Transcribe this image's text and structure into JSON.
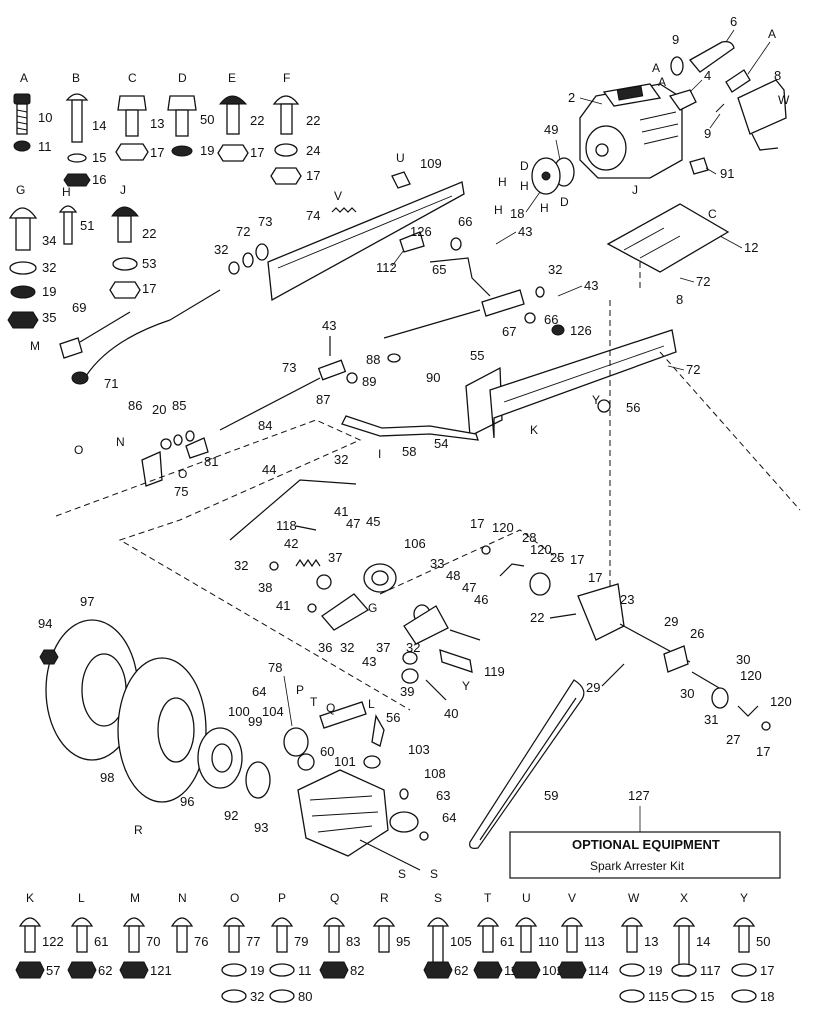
{
  "optional_equipment": {
    "title": "OPTIONAL EQUIPMENT",
    "item": "Spark Arrester Kit",
    "ref": "127"
  },
  "hardware_top": [
    {
      "letter": "A",
      "parts": [
        "10",
        "11"
      ]
    },
    {
      "letter": "B",
      "parts": [
        "14",
        "15",
        "16"
      ]
    },
    {
      "letter": "C",
      "parts": [
        "13",
        "17"
      ]
    },
    {
      "letter": "D",
      "parts": [
        "50",
        "19"
      ]
    },
    {
      "letter": "E",
      "parts": [
        "22",
        "17"
      ]
    },
    {
      "letter": "F",
      "parts": [
        "22",
        "24",
        "17"
      ]
    },
    {
      "letter": "G",
      "parts": [
        "34",
        "32",
        "19",
        "35"
      ]
    },
    {
      "letter": "H",
      "parts": [
        "51"
      ]
    },
    {
      "letter": "J",
      "parts": [
        "22",
        "53",
        "17"
      ]
    }
  ],
  "hardware_bottom": [
    {
      "letter": "K",
      "parts": [
        "122",
        "57"
      ]
    },
    {
      "letter": "L",
      "parts": [
        "61",
        "62"
      ]
    },
    {
      "letter": "M",
      "parts": [
        "70",
        "121"
      ]
    },
    {
      "letter": "N",
      "parts": [
        "76"
      ]
    },
    {
      "letter": "O",
      "parts": [
        "77",
        "19",
        "32"
      ]
    },
    {
      "letter": "P",
      "parts": [
        "79",
        "11",
        "80"
      ]
    },
    {
      "letter": "Q",
      "parts": [
        "83",
        "82"
      ]
    },
    {
      "letter": "R",
      "parts": [
        "95"
      ]
    },
    {
      "letter": "S",
      "parts": [
        "105",
        "62"
      ]
    },
    {
      "letter": "T",
      "parts": [
        "61",
        "116"
      ]
    },
    {
      "letter": "U",
      "parts": [
        "110",
        "102"
      ]
    },
    {
      "letter": "V",
      "parts": [
        "113",
        "114"
      ]
    },
    {
      "letter": "W",
      "parts": [
        "13",
        "19",
        "115"
      ]
    },
    {
      "letter": "X",
      "parts": [
        "14",
        "117",
        "15"
      ]
    },
    {
      "letter": "Y",
      "parts": [
        "50",
        "17",
        "18"
      ]
    }
  ],
  "callouts": {
    "c2": "2",
    "c4": "4",
    "c6": "6",
    "c8": "8",
    "c9a": "9",
    "c9b": "9",
    "c12": "12",
    "c18": "18",
    "c49": "49",
    "c91": "91",
    "c109": "109",
    "c74": "74",
    "c66a": "66",
    "c126a": "126",
    "c43a": "43",
    "c112": "112",
    "c65": "65",
    "c72a": "72",
    "c73a": "73",
    "c32a": "32",
    "c69": "69",
    "c71": "71",
    "c32b": "32",
    "c43b": "43",
    "c8b": "8",
    "c72b": "72",
    "c66b": "66",
    "c126b": "126",
    "c67": "67",
    "c43c": "43",
    "c88": "88",
    "c73b": "73",
    "c89": "89",
    "c90": "90",
    "c87": "87",
    "c55": "55",
    "c72c": "72",
    "c56a": "56",
    "c84": "84",
    "c86": "86",
    "c20": "20",
    "c85": "85",
    "c81": "81",
    "c75": "75",
    "c54": "54",
    "c58": "58",
    "c44": "44",
    "c32c": "32",
    "c118": "118",
    "c41a": "41",
    "c47a": "47",
    "c45": "45",
    "c106": "106",
    "c42": "42",
    "c32d": "32",
    "c37a": "37",
    "c38": "38",
    "c41b": "41",
    "c36": "36",
    "c32e": "32",
    "c43d": "43",
    "c37b": "37",
    "c33": "33",
    "c48": "48",
    "c47b": "47",
    "c46": "46",
    "c32f": "32",
    "c119": "119",
    "c39": "39",
    "c40": "40",
    "c17a": "17",
    "c120a": "120",
    "c28": "28",
    "c120b": "120",
    "c25": "25",
    "c17b": "17",
    "c17c": "17",
    "c23": "23",
    "c22": "22",
    "c29a": "29",
    "c26": "26",
    "c29b": "29",
    "c30a": "30",
    "c30b": "30",
    "c120c": "120",
    "c120d": "120",
    "c31": "31",
    "c27": "27",
    "c17d": "17",
    "c97": "97",
    "c94": "94",
    "c98": "98",
    "c96": "96",
    "c92": "92",
    "c93": "93",
    "c78": "78",
    "c64a": "64",
    "c100": "100",
    "c99": "99",
    "c104": "104",
    "c60": "60",
    "c101": "101",
    "c103": "103",
    "c56b": "56",
    "c108": "108",
    "c63": "63",
    "c64b": "64",
    "c59": "59"
  },
  "letters": {
    "lA1": "A",
    "lA2": "A",
    "lA3": "A",
    "lW": "W",
    "lH1": "H",
    "lD1": "D",
    "lH2": "H",
    "lH3": "H",
    "lH4": "H",
    "lD2": "D",
    "lU": "U",
    "lV": "V",
    "lJ": "J",
    "lC": "C",
    "lM": "M",
    "lY": "Y",
    "lK": "K",
    "lO1": "O",
    "lN": "N",
    "lO2": "O",
    "lT": "T",
    "lP": "P",
    "lL": "L",
    "lR": "R",
    "lS1": "S",
    "lS2": "S",
    "lQ": "Q",
    "lG": "G",
    "lY2": "Y",
    "lI": "I"
  }
}
